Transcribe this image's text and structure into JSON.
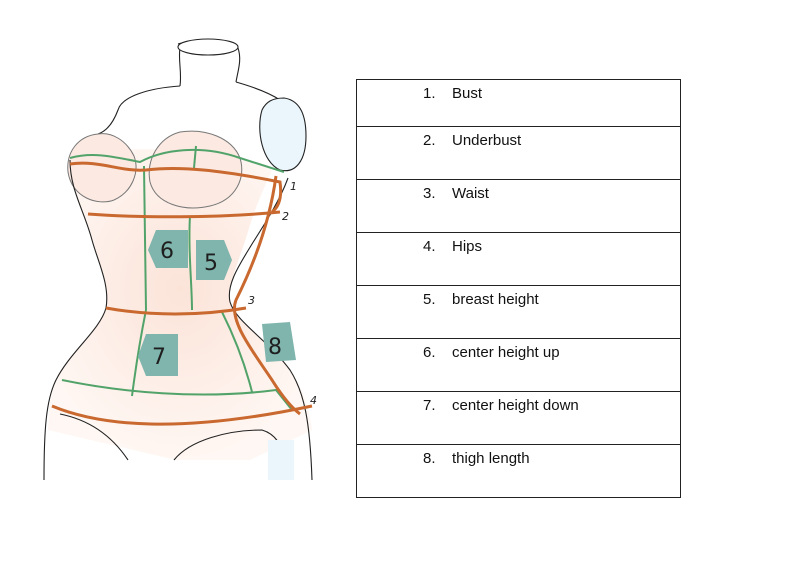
{
  "colors": {
    "orange_line": "#c9692f",
    "green_line": "#52a36a",
    "badge_fill": "#7fb5ad",
    "outline": "#222222"
  },
  "figure": {
    "line_numbers": [
      "1",
      "2",
      "3",
      "4"
    ],
    "badges": [
      "6",
      "5",
      "7",
      "8"
    ]
  },
  "table": {
    "rows": [
      {
        "num": "1.",
        "label": "Bust"
      },
      {
        "num": "2.",
        "label": "Underbust"
      },
      {
        "num": "3.",
        "label": "Waist"
      },
      {
        "num": "4.",
        "label": "Hips"
      },
      {
        "num": "5.",
        "label": "breast height"
      },
      {
        "num": "6.",
        "label": "center height up"
      },
      {
        "num": "7.",
        "label": "center height down"
      },
      {
        "num": "8.",
        "label": "thigh length"
      }
    ]
  }
}
